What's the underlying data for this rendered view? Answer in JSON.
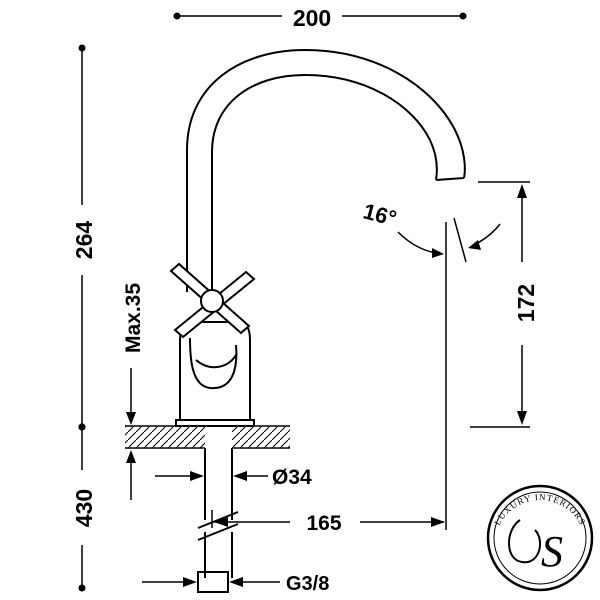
{
  "dimensions": {
    "width_top": "200",
    "height_total": "264",
    "max_deck": "Max.35",
    "spout_height": "172",
    "angle": "16°",
    "diameter": "Ø34",
    "reach": "165",
    "shank_length": "430",
    "thread": "G3/8"
  },
  "logo": {
    "brand_text": "LUXURY INTERIORS",
    "monogram": "S"
  }
}
